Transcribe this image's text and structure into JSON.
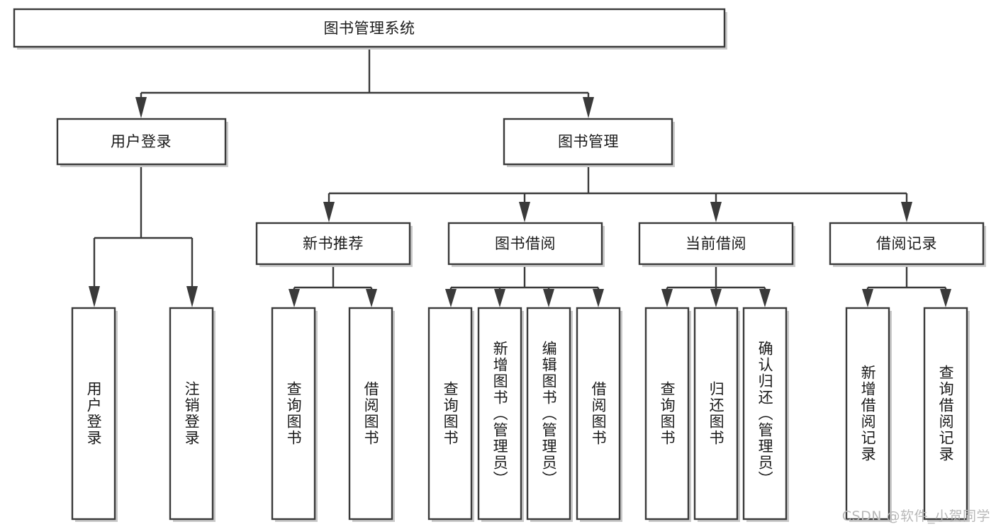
{
  "diagram": {
    "type": "tree",
    "title": "图书管理系统",
    "watermark": "CSDN @软件_小贺同学",
    "colors": {
      "stroke": "#3a3a3a",
      "box_fill": "#ffffff",
      "text": "#1a1a1a",
      "shadow": "#c9c9c9",
      "watermark": "#b8b8b8",
      "background": "#ffffff"
    },
    "root": {
      "label": "图书管理系统"
    },
    "level2": [
      {
        "label": "用户登录"
      },
      {
        "label": "图书管理"
      }
    ],
    "level3": [
      {
        "label": "新书推荐"
      },
      {
        "label": "图书借阅"
      },
      {
        "label": "当前借阅"
      },
      {
        "label": "借阅记录"
      }
    ],
    "leaves": [
      {
        "label": "用户登录",
        "parent": "用户登录"
      },
      {
        "label": "注销登录",
        "parent": "用户登录"
      },
      {
        "label": "查询图书",
        "parent": "新书推荐"
      },
      {
        "label": "借阅图书",
        "parent": "新书推荐"
      },
      {
        "label": "查询图书",
        "parent": "图书借阅"
      },
      {
        "label": "新增图书（管理员）",
        "parent": "图书借阅"
      },
      {
        "label": "编辑图书（管理员）",
        "parent": "图书借阅"
      },
      {
        "label": "借阅图书",
        "parent": "图书借阅"
      },
      {
        "label": "查询图书",
        "parent": "当前借阅"
      },
      {
        "label": "归还图书",
        "parent": "当前借阅"
      },
      {
        "label": "确认归还（管理员）",
        "parent": "当前借阅"
      },
      {
        "label": "新增借阅记录",
        "parent": "借阅记录"
      },
      {
        "label": "查询借阅记录",
        "parent": "借阅记录"
      }
    ]
  }
}
